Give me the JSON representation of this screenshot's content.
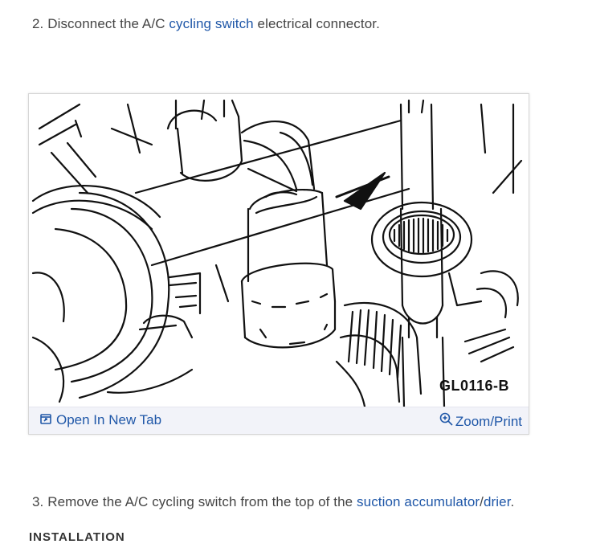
{
  "step2": {
    "prefix": "2. Disconnect the A/C ",
    "link": "cycling switch",
    "suffix": " electrical connector."
  },
  "figure": {
    "label": "GL0116-B",
    "open_new_tab": "Open In New Tab",
    "zoom_print": "Zoom/Print"
  },
  "step3": {
    "prefix": "3. Remove the A/C cycling switch from the top of the ",
    "link1": "suction accumulator",
    "separator": "/",
    "link2": "drier",
    "suffix": "."
  },
  "next_heading": "INSTALLATION",
  "colors": {
    "link": "#1f57a8",
    "text": "#444444",
    "bar_background": "#f2f3f9"
  }
}
